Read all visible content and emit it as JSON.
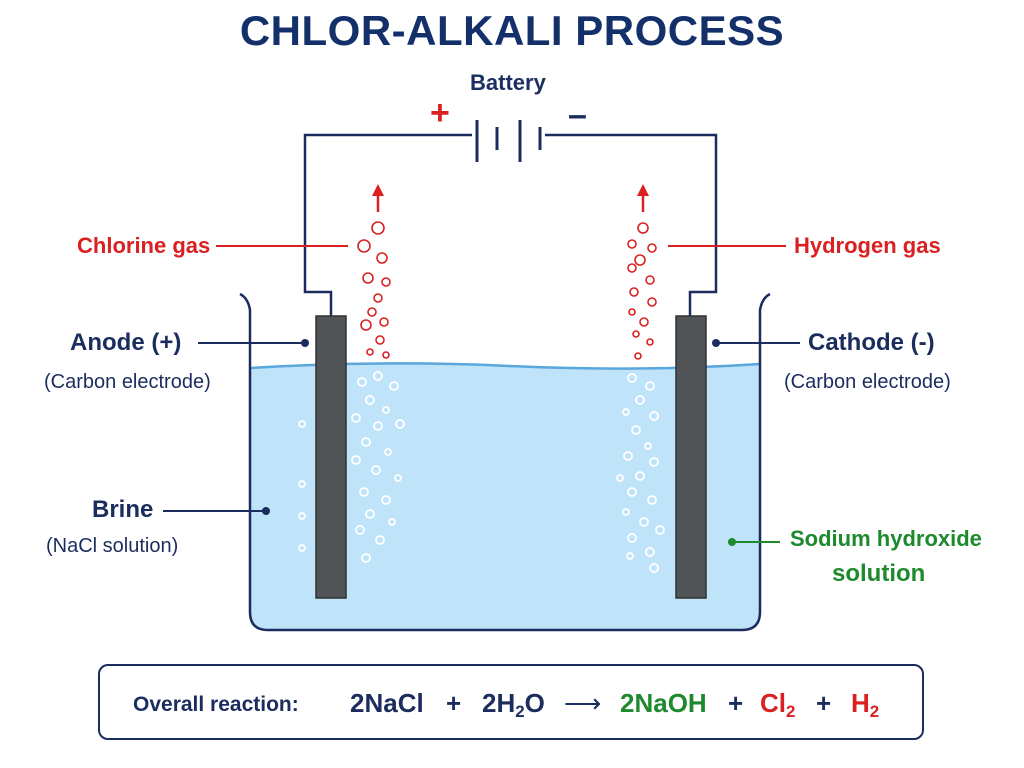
{
  "title": "CHLOR-ALKALI PROCESS",
  "battery": {
    "label": "Battery",
    "positive_sign": "+",
    "negative_sign": "–"
  },
  "labels": {
    "chlorine_gas": "Chlorine gas",
    "hydrogen_gas": "Hydrogen gas",
    "anode": "Anode (+)",
    "anode_sub": "(Carbon electrode)",
    "cathode": "Cathode (-)",
    "cathode_sub": "(Carbon electrode)",
    "brine": "Brine",
    "brine_sub": "(NaCl solution)",
    "naoh_line1": "Sodium hydroxide",
    "naoh_line2": "solution"
  },
  "reaction": {
    "label": "Overall reaction:",
    "reactant1": "2NaCl",
    "plus1": "+",
    "reactant2_main": "2H",
    "reactant2_sub": "2",
    "reactant2_end": "O",
    "arrow": "⟶",
    "product1": "2NaOH",
    "plus2": "+",
    "product2_main": "Cl",
    "product2_sub": "2",
    "plus3": "+",
    "product3_main": "H",
    "product3_sub": "2"
  },
  "colors": {
    "navy": "#1b2d5e",
    "red": "#d92121",
    "green": "#1e8a2e",
    "solution": "#bfe3f8",
    "electrode": "#505457"
  }
}
